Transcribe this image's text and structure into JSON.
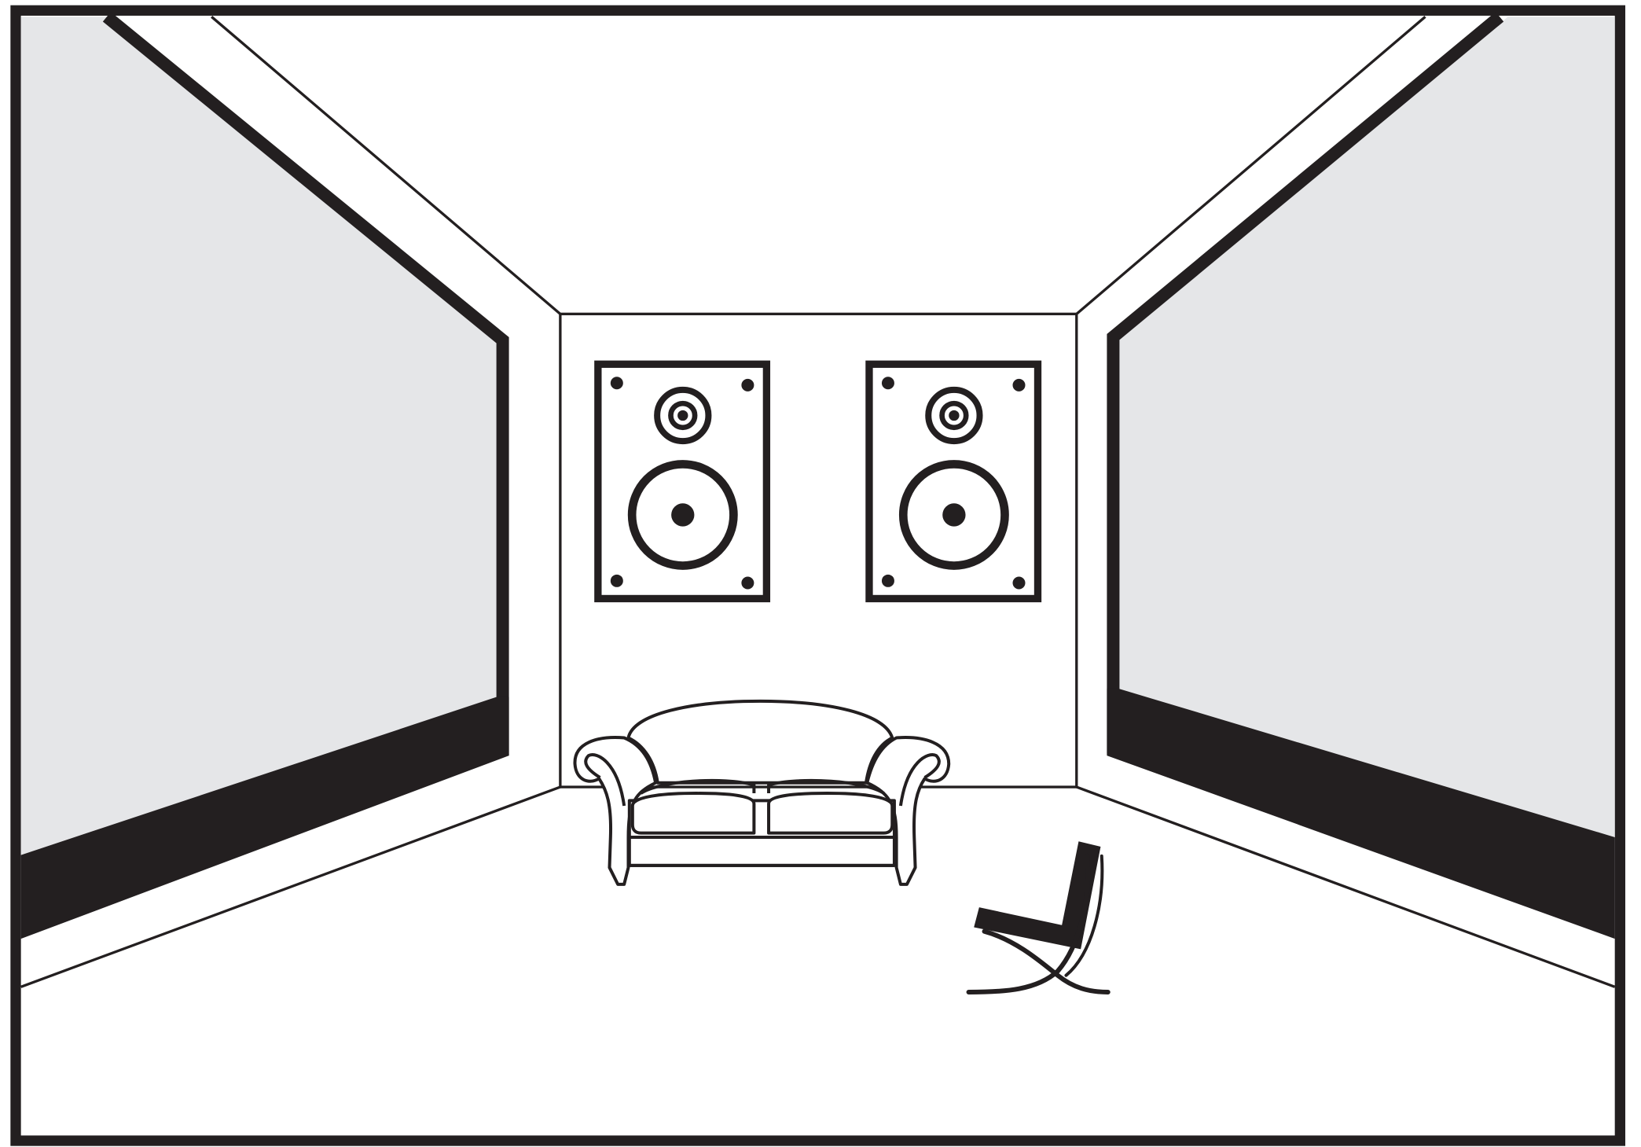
{
  "scene": {
    "colors": {
      "ink": "#231f20",
      "wall_panel": "#e5e6e8",
      "background": "#ffffff"
    },
    "objects": [
      {
        "name": "room-frame",
        "kind": "outline"
      },
      {
        "name": "left-wall-panel",
        "kind": "panel"
      },
      {
        "name": "right-wall-panel",
        "kind": "panel"
      },
      {
        "name": "back-wall",
        "kind": "wall"
      },
      {
        "name": "left-speaker-icon",
        "kind": "icon"
      },
      {
        "name": "right-speaker-icon",
        "kind": "icon"
      },
      {
        "name": "sofa-icon",
        "kind": "icon"
      },
      {
        "name": "lounge-chair-icon",
        "kind": "icon"
      }
    ]
  }
}
